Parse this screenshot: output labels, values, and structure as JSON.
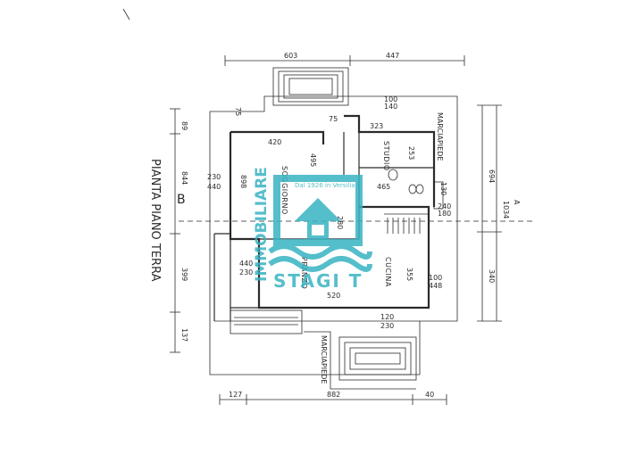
{
  "plan": {
    "title": "PIANTA PIANO TERRA",
    "section_marker": "B",
    "section_marker_right": "A",
    "rooms": {
      "studio": "STUDIO",
      "cucina": "CUCINA",
      "soggiorno": "SOGGIORNO",
      "pranzo": "PRANZO"
    },
    "marciapiede_top": "MARCIAPIEDE",
    "marciapiede_bottom": "MARCIAPIEDE",
    "dims": {
      "top_left": "603",
      "top_right": "447",
      "left_upper": "89",
      "left_main": "844",
      "left_lower": "399",
      "left_bottom": "137",
      "right_total": "1034",
      "right_upper": "694",
      "right_lower": "340",
      "bottom_left": "127",
      "bottom_main": "882",
      "bottom_right": "40",
      "living_width": "420",
      "living_depth": "898",
      "left_wall_a": "230",
      "left_wall_b": "440",
      "studio_w": "323",
      "studio_d": "253",
      "bath_w": "465",
      "kitchen_w": "355",
      "kitchen_d": "520",
      "low_a": "440",
      "low_b": "230",
      "cucina_a": "100",
      "cucina_b": "448",
      "bot_a": "120",
      "bot_b": "230",
      "corr": "280",
      "top_a": "100",
      "top_b": "140",
      "tw": "75",
      "tw2": "75",
      "step": "130",
      "sb_a": "240",
      "sb_b": "180",
      "mid_small": "495"
    }
  },
  "watermark": {
    "line1": "IMMOBILIARE",
    "line2": "STAGI T",
    "tagline": "Dal 1926 in Versilia",
    "color": "#38b3c2"
  }
}
